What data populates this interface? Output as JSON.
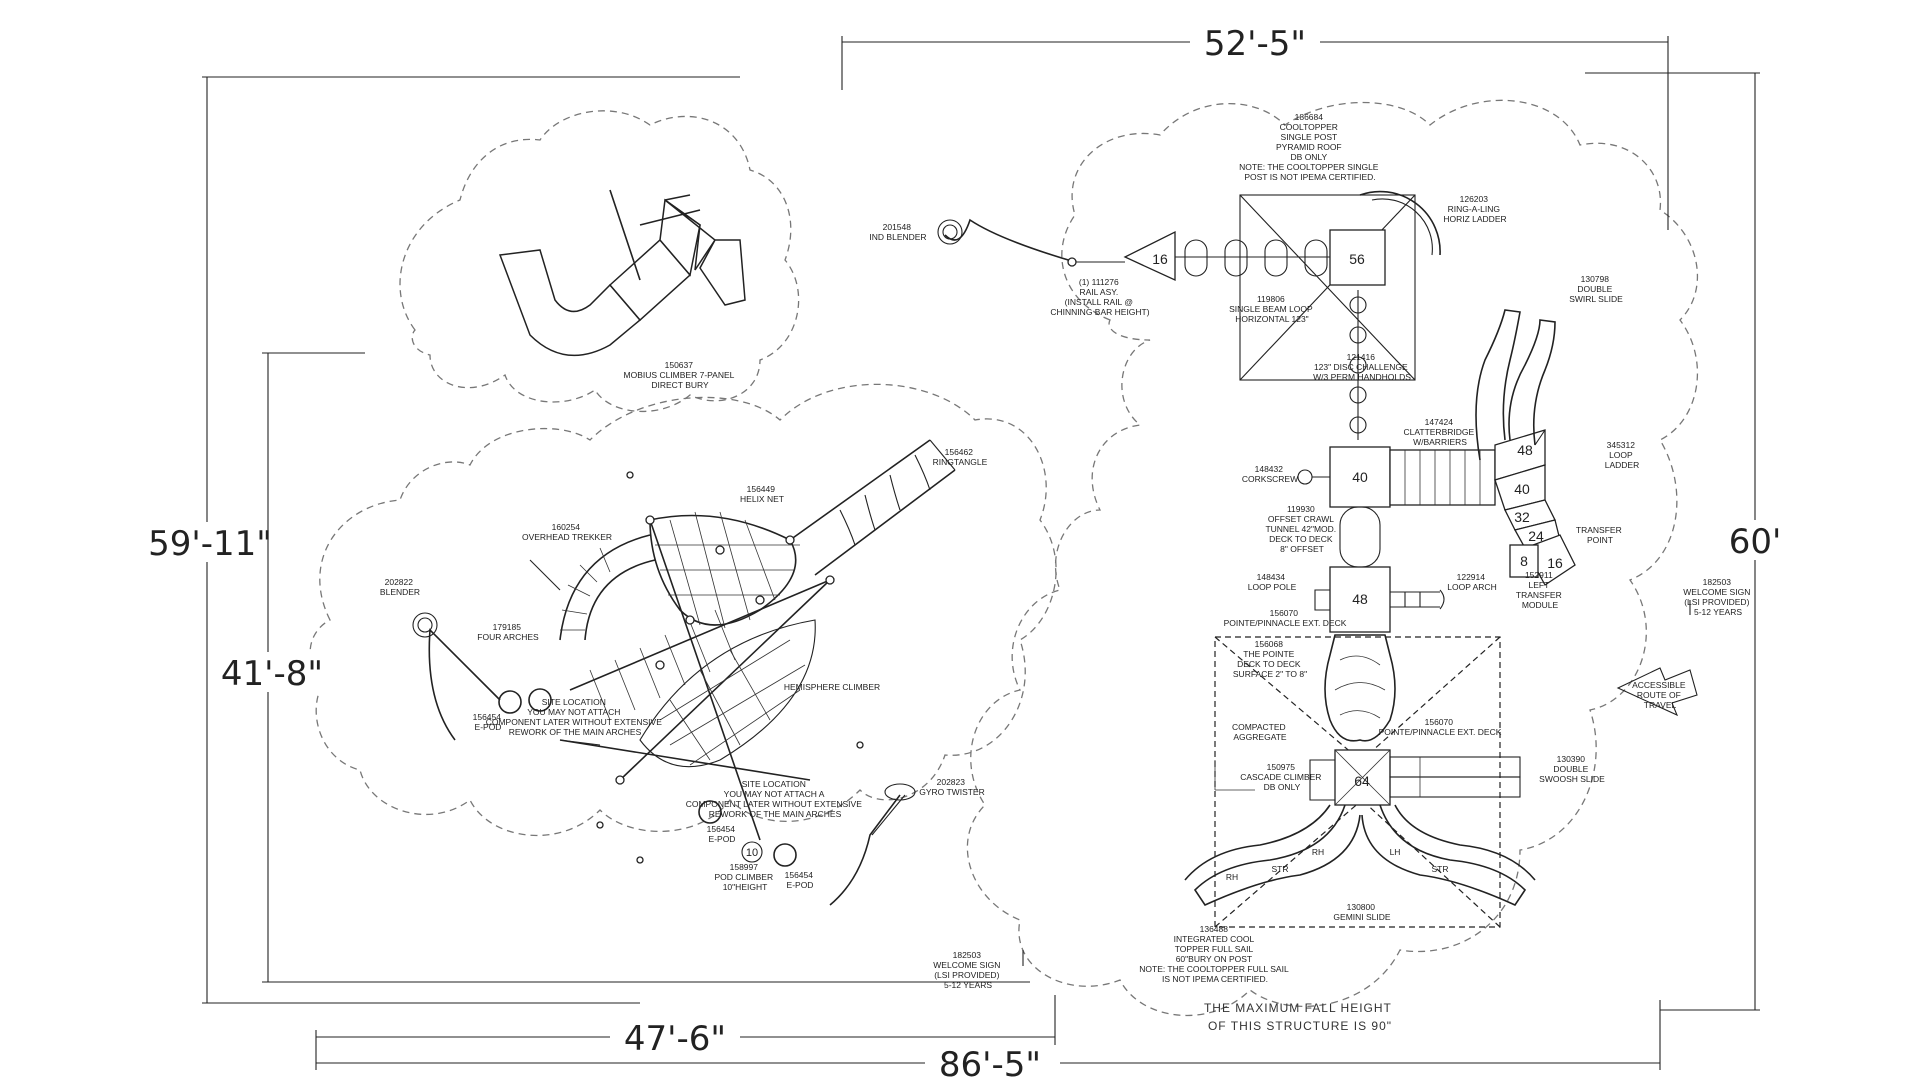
{
  "dimensions": {
    "top": "52'-5\"",
    "left_outer": "59'-11\"",
    "left_inner": "41'-8\"",
    "bottom_inner": "47'-6\"",
    "bottom_outer": "86'-5\"",
    "right": "60'"
  },
  "components": {
    "mobius": [
      "150637",
      "MOBIUS CLIMBER 7-PANEL",
      "DIRECT BURY"
    ],
    "cooltopper_single": [
      "186684",
      "COOLTOPPER",
      "SINGLE POST",
      "PYRAMID ROOF",
      "DB ONLY",
      "NOTE: THE COOLTOPPER SINGLE",
      "POST IS NOT IPEMA CERTIFIED."
    ],
    "ind_blender": [
      "201548",
      "IND BLENDER"
    ],
    "rail": [
      "(1)   111276",
      "RAIL ASY.",
      "(INSTALL RAIL @",
      "CHINNING BAR HEIGHT)"
    ],
    "beam_loop": [
      "119806",
      "SINGLE BEAM LOOP",
      "HORIZONTAL 123\""
    ],
    "ring_ling": [
      "126203",
      "RING-A-LING",
      "HORIZ LADDER"
    ],
    "disc_challenge": [
      "121416",
      "123\" DISC CHALLENGE",
      "W/3 PERM HANDHOLDS"
    ],
    "swirl_slide": [
      "130798",
      "DOUBLE",
      "SWIRL SLIDE"
    ],
    "clatterbridge": [
      "147424",
      "CLATTERBRIDGE",
      "W/BARRIERS"
    ],
    "corkscrew": [
      "148432",
      "CORKSCREW"
    ],
    "loop_ladder": [
      "345312",
      "LOOP",
      "LADDER"
    ],
    "crawl_tunnel": [
      "119930",
      "OFFSET CRAWL",
      "TUNNEL 42\"MOD.",
      "DECK TO DECK",
      "8\" OFFSET"
    ],
    "transfer_point": [
      "TRANSFER",
      "POINT"
    ],
    "loop_pole": [
      "148434",
      "LOOP POLE"
    ],
    "loop_arch": [
      "122914",
      "LOOP ARCH"
    ],
    "transfer_module": [
      "152911",
      "LEFT",
      "TRANSFER",
      "MODULE"
    ],
    "welcome_right": [
      "182503",
      "WELCOME SIGN",
      "(LSI PROVIDED)",
      "5-12 YEARS"
    ],
    "pointe_top": [
      "156070",
      "POINTE/PINNACLE EXT. DECK"
    ],
    "the_pointe": [
      "156068",
      "THE POINTE",
      "DECK TO DECK",
      "SURFACE 2\" TO 8\""
    ],
    "aggregate": [
      "COMPACTED",
      "AGGREGATE"
    ],
    "pointe_mid": [
      "156070",
      "POINTE/PINNACLE EXT. DECK"
    ],
    "cascade": [
      "150975",
      "CASCADE CLIMBER",
      "DB ONLY"
    ],
    "swoosh": [
      "130390",
      "DOUBLE",
      "SWOOSH SLIDE"
    ],
    "gemini": [
      "130800",
      "GEMINI SLIDE"
    ],
    "cool_sail": [
      "136488",
      "INTEGRATED COOL",
      "TOPPER FULL SAIL",
      "60\"BURY ON POST",
      "NOTE: THE COOLTOPPER FULL SAIL",
      "IS NOT IPEMA CERTIFIED."
    ],
    "ringtangle": [
      "156462",
      "RINGTANGLE"
    ],
    "helix": [
      "156449",
      "HELIX NET"
    ],
    "trekker": [
      "160254",
      "OVERHEAD TREKKER"
    ],
    "blender": [
      "202822",
      "BLENDER"
    ],
    "arches": [
      "179185",
      "FOUR ARCHES"
    ],
    "hemisphere": [
      "HEMISPHERE CLIMBER"
    ],
    "epod1": [
      "156454",
      "E-POD"
    ],
    "site_loc1": [
      "SITE LOCATION",
      "YOU MAY NOT ATTACH",
      "COMPONENT LATER WITHOUT EXTENSIVE",
      "REWORK OF THE MAIN ARCHES"
    ],
    "site_loc2": [
      "SITE LOCATION",
      "YOU MAY NOT ATTACH A",
      "COMPONENT LATER WITHOUT EXTENSIVE",
      "REWORK OF THE MAIN ARCHES"
    ],
    "gyro": [
      "202823",
      "GYRO TWISTER"
    ],
    "epod2": [
      "156454",
      "E-POD"
    ],
    "pod_climber": [
      "158997",
      "POD CLIMBER",
      "10\"HEIGHT"
    ],
    "epod3": [
      "156454",
      "E-POD"
    ],
    "welcome_left": [
      "182503",
      "WELCOME SIGN",
      "(LSI PROVIDED)",
      "5-12 YEARS"
    ],
    "accessible": [
      "ACCESSIBLE",
      "ROUTE OF",
      "TRAVEL"
    ]
  },
  "deck_numbers": {
    "d16": "16",
    "d56": "56",
    "d40a": "40",
    "d40b": "40",
    "d48a": "48",
    "d48b": "48",
    "d32": "32",
    "d24": "24",
    "d16b": "16",
    "d8": "8",
    "d64": "64",
    "d10": "10"
  },
  "slide_tags": {
    "str1": "STR",
    "rh1": "RH",
    "rh2": "RH",
    "lh": "LH",
    "str2": "STR"
  },
  "fall_note": [
    "THE MAXIMUM FALL HEIGHT",
    "OF THIS STRUCTURE IS 90\""
  ]
}
